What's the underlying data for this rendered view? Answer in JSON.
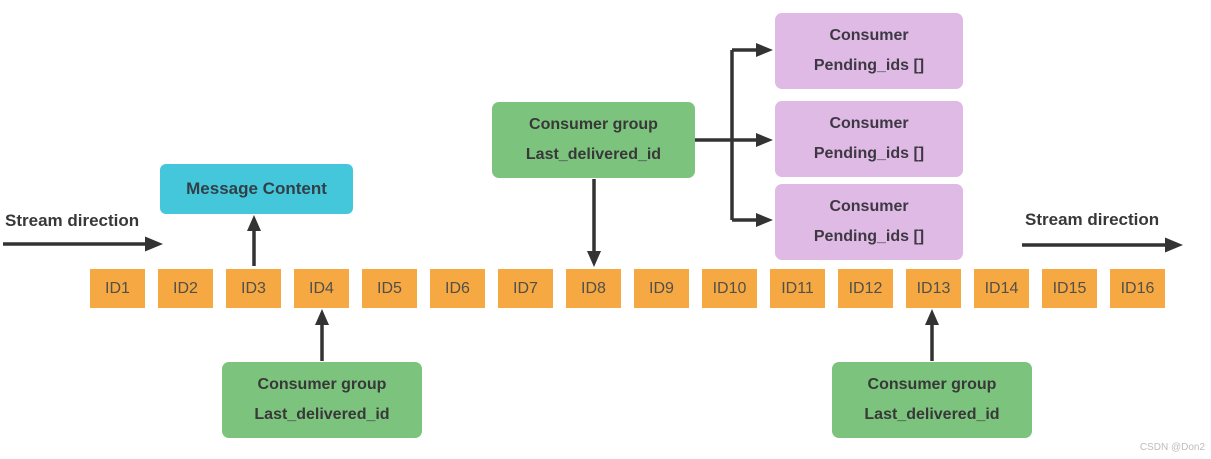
{
  "stream_direction_left": {
    "label": "Stream direction"
  },
  "stream_direction_right": {
    "label": "Stream direction"
  },
  "message_content": {
    "label": "Message Content"
  },
  "consumer_group_top": {
    "title": "Consumer group",
    "subtitle": "Last_delivered_id"
  },
  "consumer_group_bottom_left": {
    "title": "Consumer group",
    "subtitle": "Last_delivered_id"
  },
  "consumer_group_bottom_right": {
    "title": "Consumer group",
    "subtitle": "Last_delivered_id"
  },
  "consumers": [
    {
      "title": "Consumer",
      "subtitle": "Pending_ids []"
    },
    {
      "title": "Consumer",
      "subtitle": "Pending_ids []"
    },
    {
      "title": "Consumer",
      "subtitle": "Pending_ids []"
    }
  ],
  "stream": {
    "ids": [
      "ID1",
      "ID2",
      "ID3",
      "ID4",
      "ID5",
      "ID6",
      "ID7",
      "ID8",
      "ID9",
      "ID10",
      "ID11",
      "ID12",
      "ID13",
      "ID14",
      "ID15",
      "ID16"
    ]
  },
  "watermark": "CSDN @Don2",
  "palette": {
    "stream_entry": "#f6a842",
    "consumer_group": "#7cc47e",
    "message_content": "#44c7db",
    "consumer": "#dfbae4",
    "connector": "#333333",
    "background": "#ffffff"
  }
}
